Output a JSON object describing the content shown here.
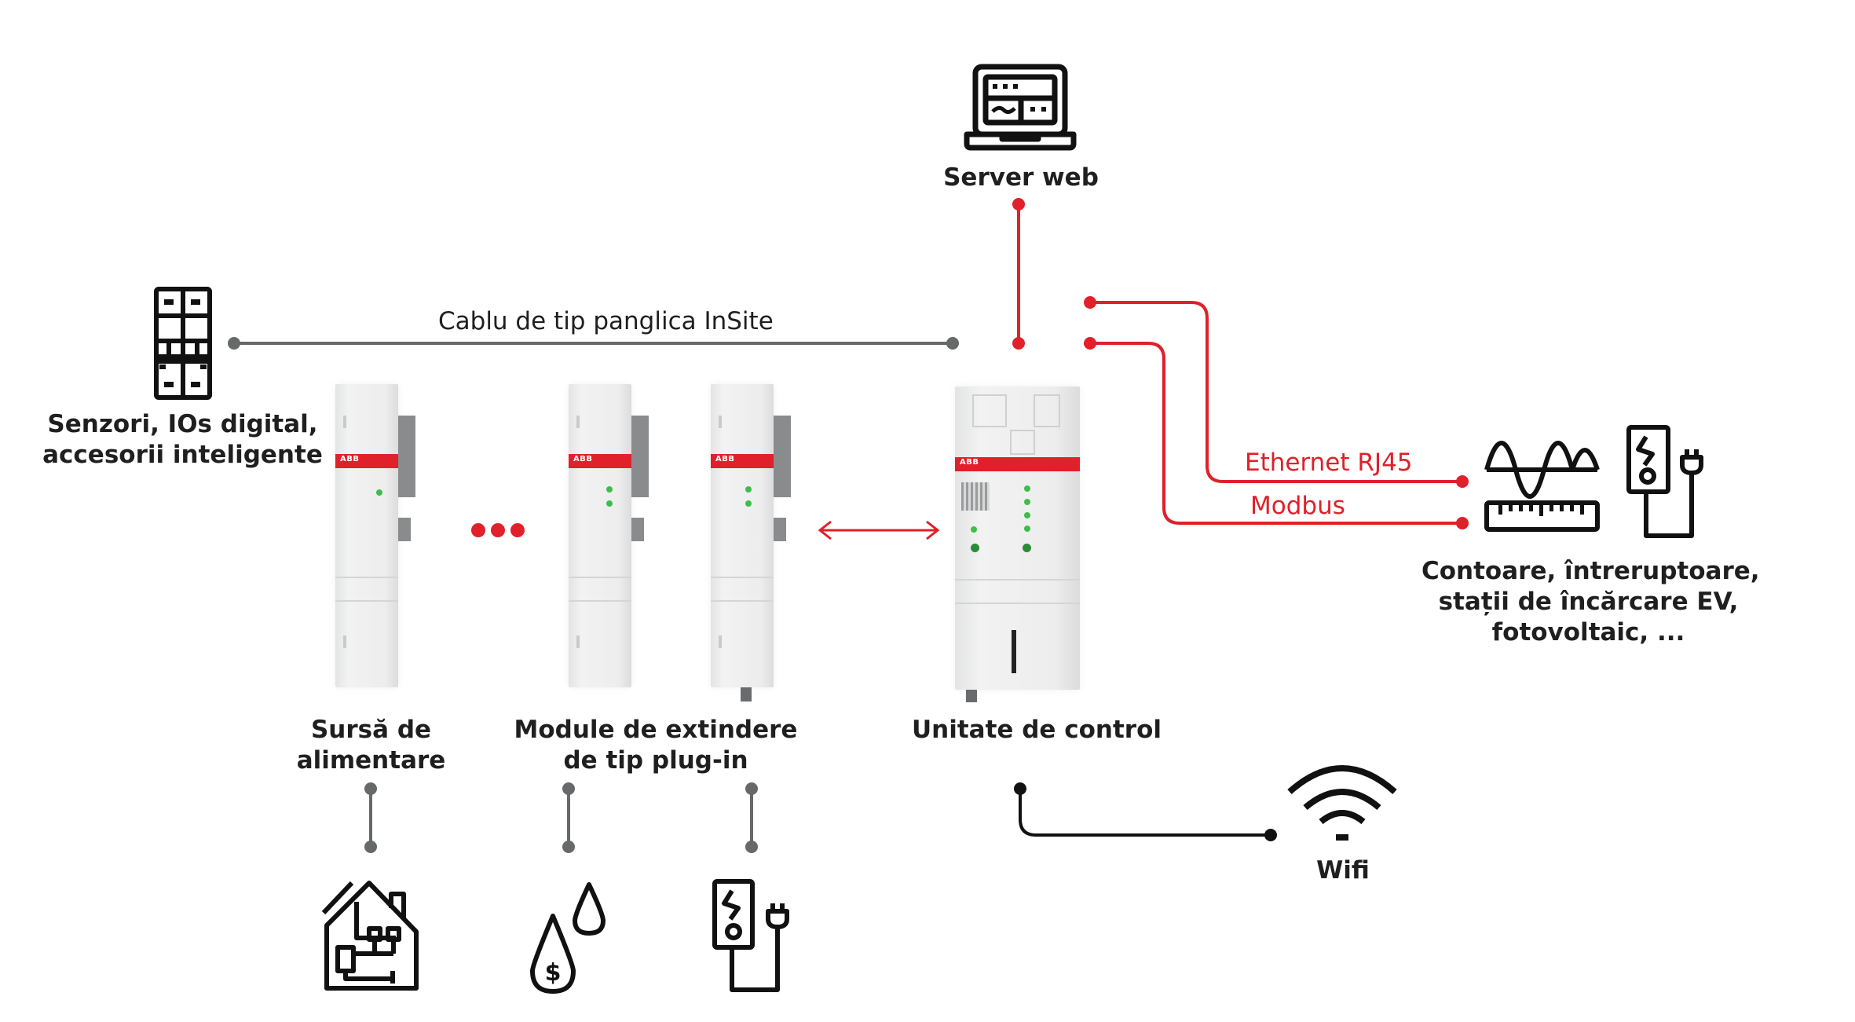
{
  "nodes": {
    "web_server": {
      "label": "Server web",
      "icon": "laptop-icon"
    },
    "sensors": {
      "label_lines": [
        "Senzori, IOs digital,",
        "accesorii inteligente"
      ],
      "icon": "circuit-breaker-icon"
    },
    "meters": {
      "label_lines": [
        "Contoare, întreruptoare,",
        "stații de încărcare EV,",
        "fotovoltaic, ..."
      ],
      "icons": [
        "sine-meter-icon",
        "ev-charger-icon"
      ]
    },
    "power_supply": {
      "label_lines": [
        "Sursă de",
        "alimentare"
      ],
      "brand": "ABB"
    },
    "extension_modules": {
      "label_lines": [
        "Module de extindere",
        "de tip plug-in"
      ],
      "brand": "ABB"
    },
    "control_unit": {
      "label": "Unitate de control",
      "brand": "ABB"
    },
    "wifi": {
      "label": "Wifi",
      "icon": "wifi-icon"
    }
  },
  "connections": {
    "ribbon_cable": {
      "label": "Cablu de tip panglica InSite",
      "color": "#666869"
    },
    "ethernet": {
      "label": "Ethernet RJ45",
      "color": "#e0202a"
    },
    "modbus": {
      "label": "Modbus",
      "color": "#e0202a"
    },
    "web": {
      "color": "#e0202a"
    },
    "wifi_link": {
      "color": "#111111"
    }
  },
  "bottom_icons": [
    "smart-home-icon",
    "water-cost-icon",
    "ev-charger-icon"
  ],
  "colors": {
    "accent_red": "#e0202a",
    "connector_gray": "#666869",
    "text": "#1f1f1f",
    "led_green": "#3cbf4a"
  }
}
